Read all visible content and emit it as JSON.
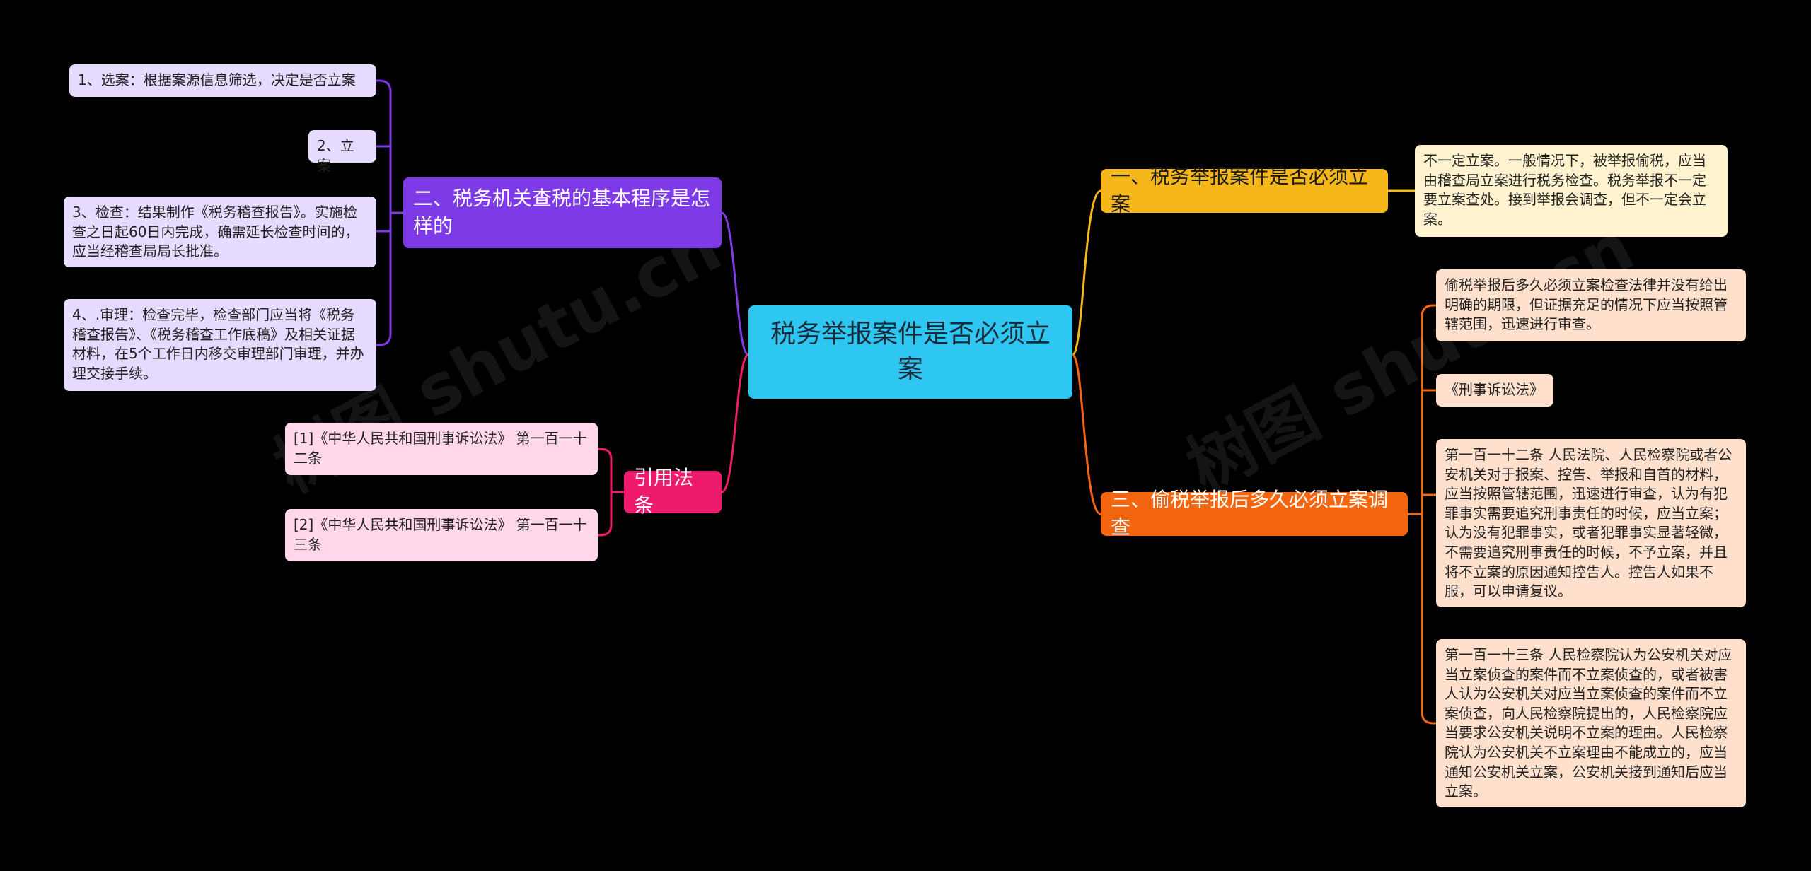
{
  "root": {
    "label": "税务举报案件是否必须立案"
  },
  "branches": {
    "b1": {
      "label": "一、税务举报案件是否必须立案",
      "color": "#f5b71a",
      "leaf": "不一定立案。一般情况下，被举报偷税，应当由稽查局立案进行税务检查。税务举报不一定要立案查处。接到举报会调查，但不一定会立案。"
    },
    "b2": {
      "label": "二、税务机关查税的基本程序是怎样的",
      "color": "#7e3ae6",
      "leaves": [
        "1、选案：根据案源信息筛选，决定是否立案",
        "2、立案",
        "3、检查：结果制作《税务稽查报告》。实施检查之日起60日内完成，确需延长检查时间的，应当经稽查局局长批准。",
        "4、.审理：检查完毕，检查部门应当将《税务稽查报告》、《税务稽查工作底稿》及相关证据材料，在5个工作日内移交审理部门审理，并办理交接手续。"
      ]
    },
    "b3": {
      "label": "三、偷税举报后多久必须立案调查",
      "color": "#f4650f",
      "leaves": [
        "偷税举报后多久必须立案检查法律并没有给出明确的期限，但证据充足的情况下应当按照管辖范围，迅速进行审查。",
        "《刑事诉讼法》",
        "第一百一十二条 人民法院、人民检察院或者公安机关对于报案、控告、举报和自首的材料，应当按照管辖范围，迅速进行审查，认为有犯罪事实需要追究刑事责任的时候，应当立案；认为没有犯罪事实，或者犯罪事实显著轻微，不需要追究刑事责任的时候，不予立案，并且将不立案的原因通知控告人。控告人如果不服，可以申请复议。",
        "第一百一十三条 人民检察院认为公安机关对应当立案侦查的案件而不立案侦查的，或者被害人认为公安机关对应当立案侦查的案件而不立案侦查，向人民检察院提出的，人民检察院应当要求公安机关说明不立案的理由。人民检察院认为公安机关不立案理由不能成立的，应当通知公安机关立案，公安机关接到通知后应当立案。"
      ]
    },
    "b4": {
      "label": "引用法条",
      "color": "#ee1a6b",
      "leaves": [
        "[1]《中华人民共和国刑事诉讼法》 第一百一十二条",
        "[2]《中华人民共和国刑事诉讼法》 第一百一十三条"
      ]
    }
  },
  "watermark": [
    "树图 shutu.cn",
    "树图 shutu.cn"
  ]
}
